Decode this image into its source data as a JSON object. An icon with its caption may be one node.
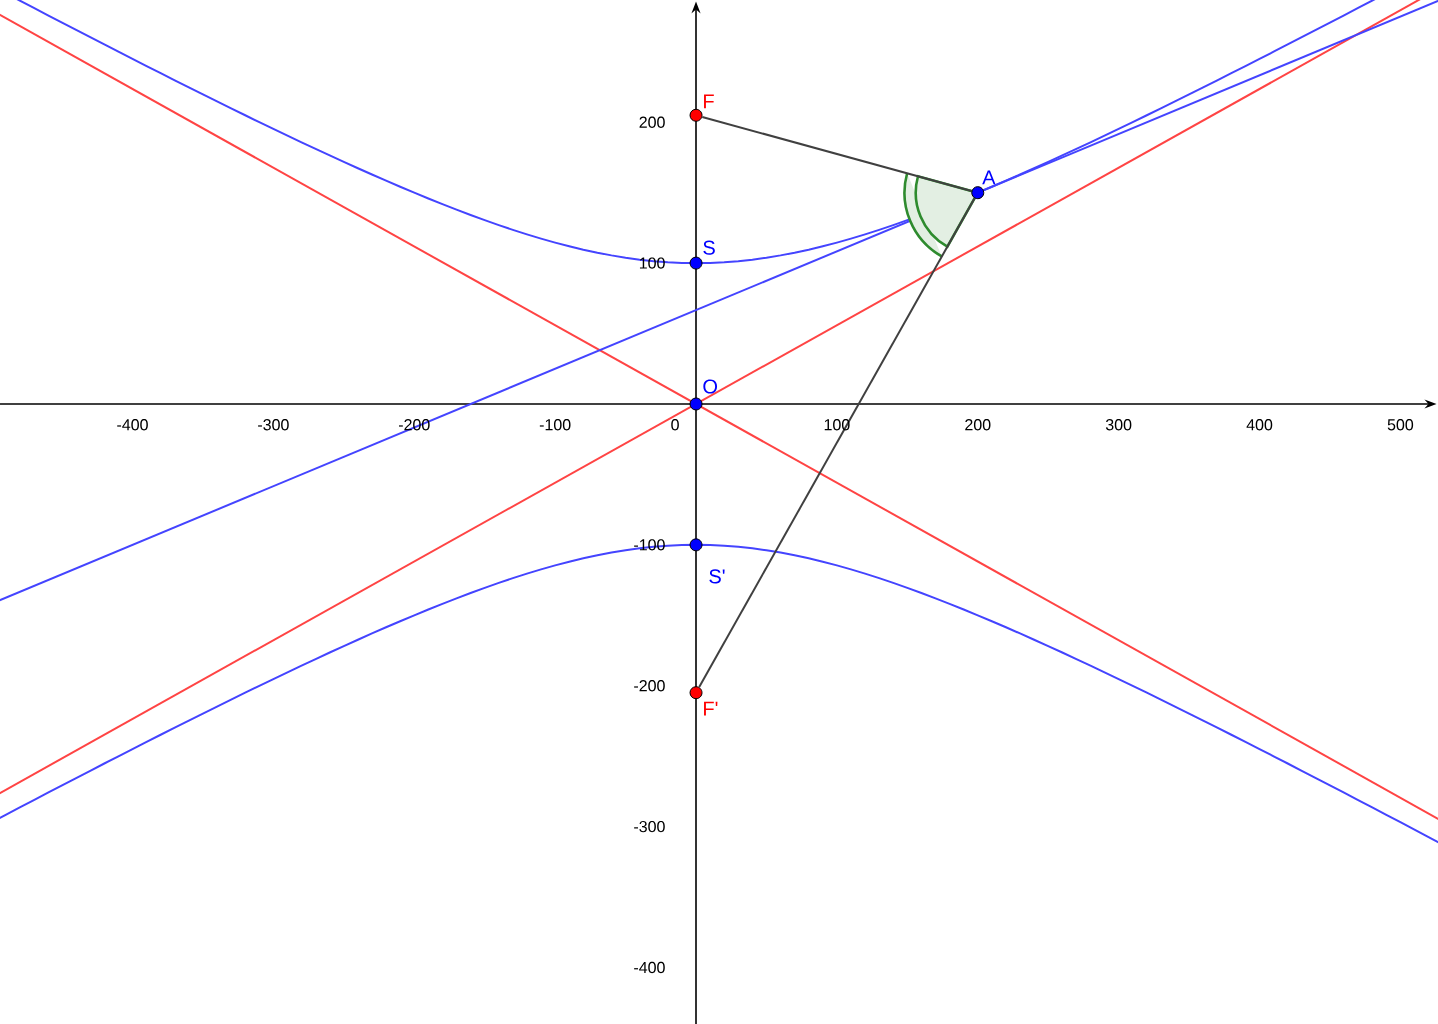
{
  "diagram": {
    "nodes": [
      {
        "text": [
          "F"
        ]
      },
      {
        "text": [
          "A"
        ]
      },
      {
        "text": [
          "S"
        ]
      },
      {
        "text": [
          "O"
        ]
      },
      {
        "text": [
          "S'"
        ]
      },
      {
        "text": [
          "F'"
        ]
      }
    ],
    "edges": [
      {
        "from": 0,
        "to": 1,
        "arrow": "none"
      },
      {
        "from": 5,
        "to": 1,
        "arrow": "none"
      }
    ],
    "labels": [
      "200",
      "100",
      "-400",
      "-300",
      "-200",
      "-100",
      "0",
      "100",
      "200",
      "300",
      "400",
      "500",
      "-100",
      "-200",
      "-300",
      "-400"
    ]
  }
}
